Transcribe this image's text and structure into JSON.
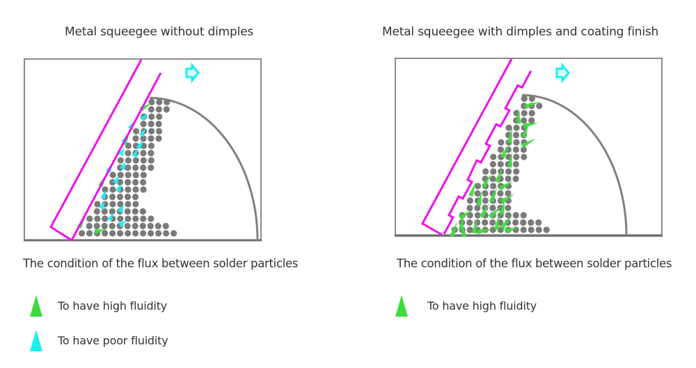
{
  "left_panel": {
    "title": "Metal squeegee without dimples",
    "caption": "The condition of the flux between solder particles",
    "squeegee": "smooth",
    "legend": [
      {
        "label": "To have high fluidity",
        "color": "#3ddc3d",
        "icon": "green-triangle"
      },
      {
        "label": "To have poor fluidity",
        "color": "#17f1f4",
        "icon": "cyan-triangle"
      }
    ]
  },
  "right_panel": {
    "title": "Metal squeegee with dimples and coating finish",
    "caption": "The condition of the flux between solder particles",
    "squeegee": "dimpled",
    "legend": [
      {
        "label": "To have high fluidity",
        "color": "#3ddc3d",
        "icon": "green-triangle"
      }
    ]
  },
  "colors": {
    "squeegee": "#ee11ee",
    "particle": "#7a7a7a",
    "arc": "#808080",
    "frame": "#8a8a8a",
    "high_fluidity": "#3ddc3d",
    "poor_fluidity": "#17f1f4",
    "direction_arrow": "#17f1f4"
  }
}
